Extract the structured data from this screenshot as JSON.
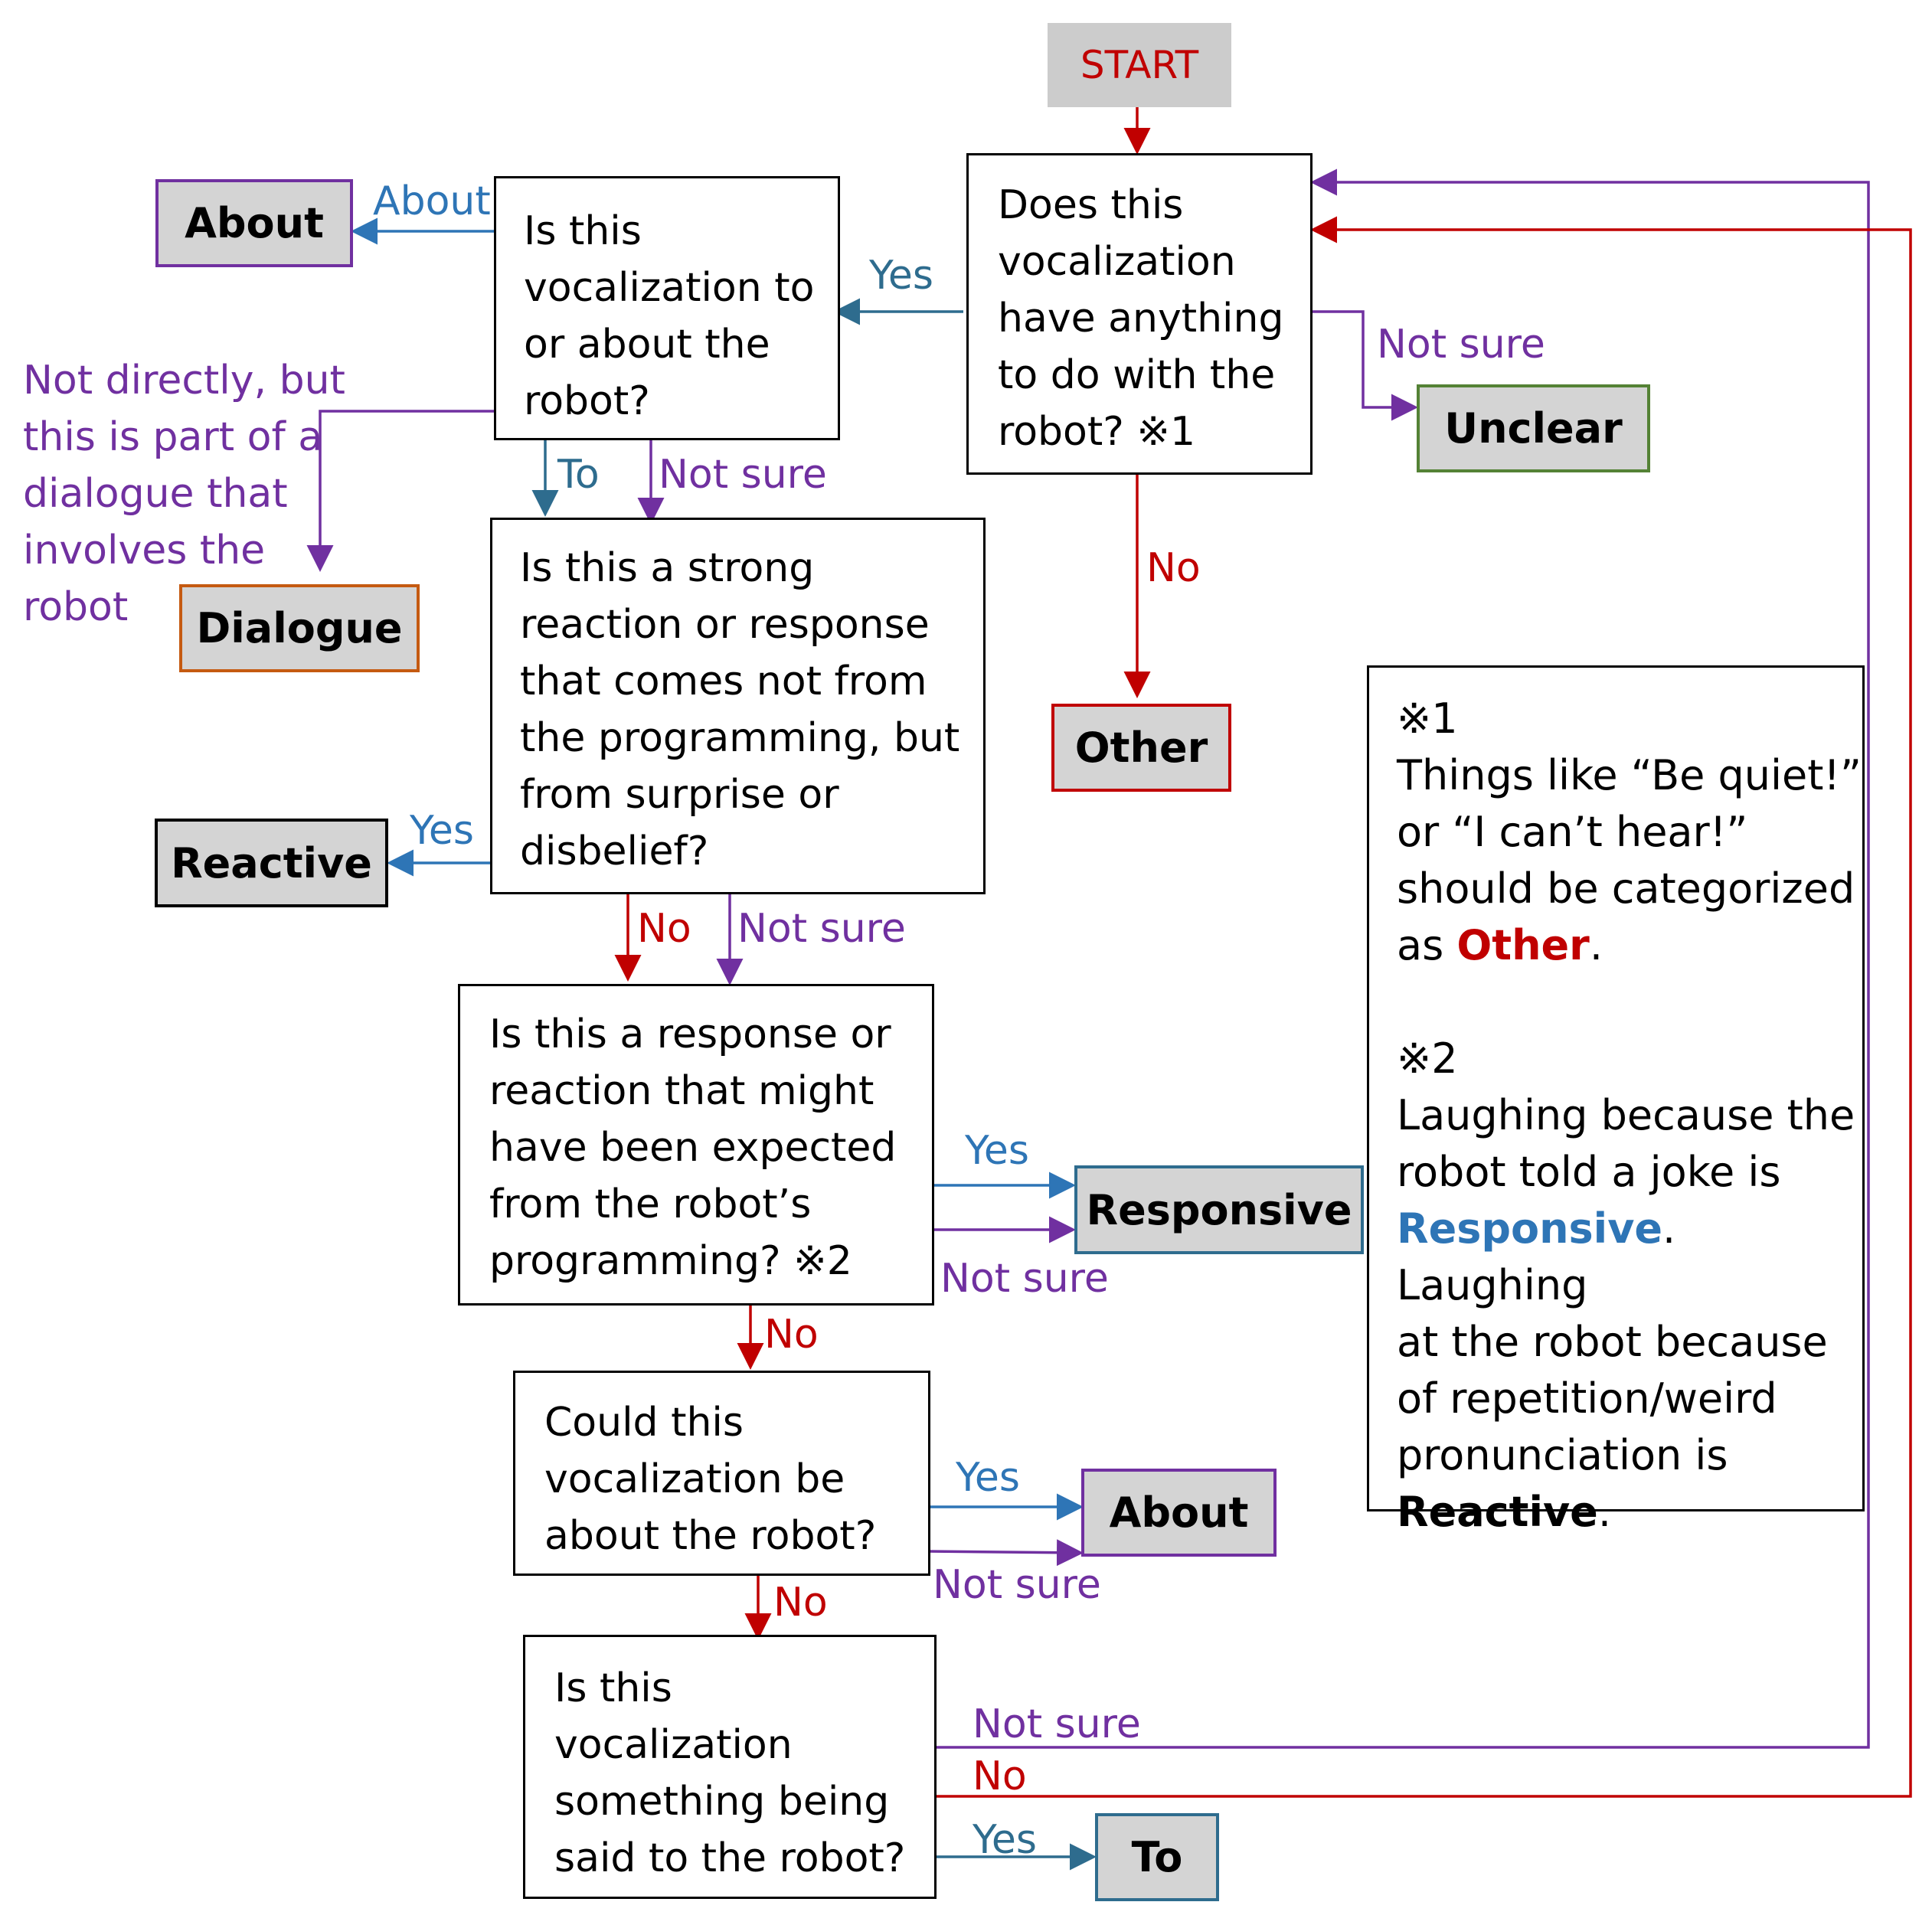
{
  "terminals": {
    "start": "START",
    "about_top": "About",
    "unclear": "Unclear",
    "dialogue": "Dialogue",
    "other": "Other",
    "reactive": "Reactive",
    "responsive": "Responsive",
    "about_bottom": "About",
    "to": "To"
  },
  "questions": {
    "q1": [
      "Does this",
      "vocalization",
      "have anything",
      "to do with the",
      "robot? ※1"
    ],
    "q2": [
      "Is this",
      "vocalization to",
      "or about the",
      "robot?"
    ],
    "q3": [
      "Is this a strong",
      "reaction or response",
      "that comes not from",
      "the programming, but",
      "from surprise or",
      "disbelief?"
    ],
    "q4": [
      "Is this a response or",
      "reaction that might",
      "have been expected",
      "from the robot’s",
      "programming? ※2"
    ],
    "q5": [
      "Could this",
      "vocalization be",
      "about the robot?"
    ],
    "q6": [
      "Is this",
      "vocalization",
      "something being",
      "said to the robot?"
    ]
  },
  "edge_labels": {
    "q1_yes": "Yes",
    "q1_not_sure": "Not sure",
    "q1_no": "No",
    "q2_about": "About",
    "q2_dialogue": [
      "Not directly, but",
      "this is part of a",
      "dialogue that",
      "involves the",
      "robot"
    ],
    "q2_to": "To",
    "q2_not_sure": "Not sure",
    "q3_yes": "Yes",
    "q3_no": "No",
    "q3_not_sure": "Not sure",
    "q4_yes": "Yes",
    "q4_not_sure": "Not sure",
    "q4_no": "No",
    "q5_yes": "Yes",
    "q5_not_sure": "Not sure",
    "q5_no": "No",
    "q6_not_sure": "Not sure",
    "q6_no": "No",
    "q6_yes": "Yes"
  },
  "notes": {
    "n1_mark": "※1",
    "n1_l1": "Things like “Be quiet!”",
    "n1_l2": "or “I can’t hear!”",
    "n1_l3": "should be categorized",
    "n1_l4_pre": "as ",
    "n1_l4_em": "Other",
    "n1_l4_post": ".",
    "n2_mark": "※2",
    "n2_l1": "Laughing because the",
    "n2_l2": "robot told a joke is",
    "n2_l3_em": "Responsive",
    "n2_l3_post": ". Laughing",
    "n2_l4": "at the robot because",
    "n2_l5": "of repetition/weird",
    "n2_l6": "pronunciation is",
    "n2_l7_em": "Reactive",
    "n2_l7_post": "."
  },
  "colors": {
    "red": "#c00000",
    "purple": "#7030a0",
    "blue": "#2e75b6",
    "teal": "#2e6c8e",
    "green": "#548235",
    "orange": "#c55a11",
    "terminal_fill": "#d4d4d4"
  }
}
